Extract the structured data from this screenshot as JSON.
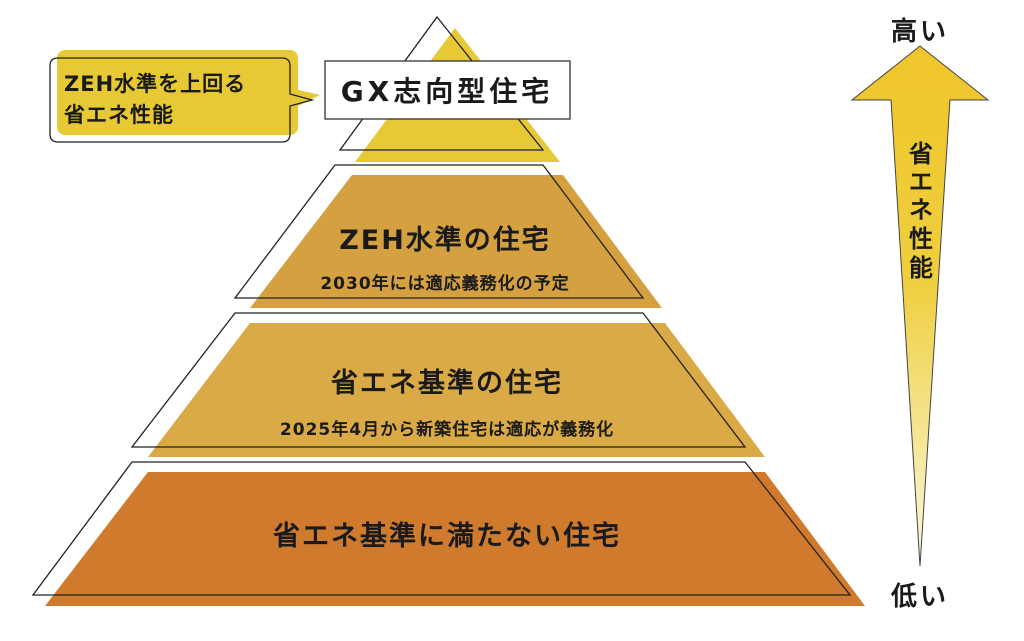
{
  "callout": {
    "line1": "ZEH水準を上回る",
    "line2": "省エネ性能"
  },
  "tiers": [
    {
      "title": "GX志向型住宅",
      "subtitle": null
    },
    {
      "title": "ZEH水準の住宅",
      "subtitle": "2030年には適応義務化の予定"
    },
    {
      "title": "省エネ基準の住宅",
      "subtitle": "2025年4月から新築住宅は適応が義務化"
    },
    {
      "title": "省エネ基準に満たない住宅",
      "subtitle": null
    }
  ],
  "axis": {
    "high": "高い",
    "low": "低い",
    "label_chars": [
      "省",
      "エ",
      "ネ",
      "性",
      "能"
    ]
  },
  "colors": {
    "tier1": "#e6c935",
    "tier2": "#d4a040",
    "tier3": "#d9aa45",
    "tier4": "#cf7a2c",
    "arrow_top": "#efc52a",
    "arrow_bottom": "#fbf6d2"
  }
}
